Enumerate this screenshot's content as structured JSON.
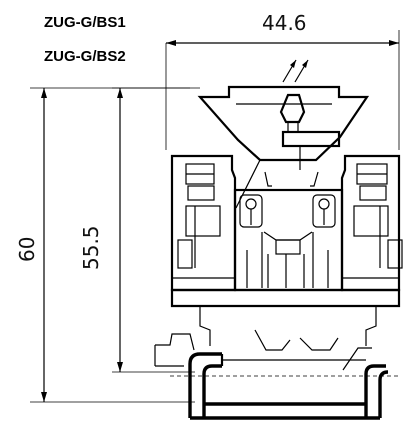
{
  "models": [
    "ZUG-G/BS1",
    "ZUG-G/BS2"
  ],
  "dimensions": {
    "width": "44.6",
    "inner_height": "55.5",
    "total_height": "60"
  }
}
